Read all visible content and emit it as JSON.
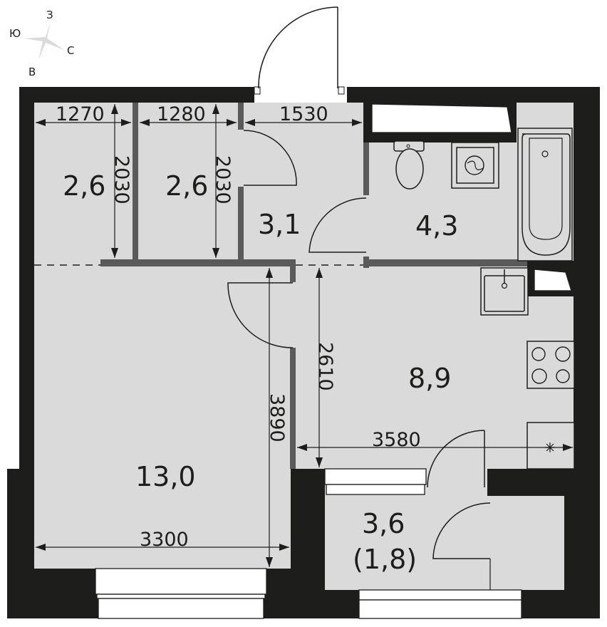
{
  "compass": {
    "north": "С",
    "south": "Ю",
    "west": "З",
    "east": "В"
  },
  "rooms": [
    {
      "id": "storage-1",
      "area": "2,6"
    },
    {
      "id": "storage-2",
      "area": "2,6"
    },
    {
      "id": "hallway",
      "area": "3,1"
    },
    {
      "id": "bathroom",
      "area": "4,3"
    },
    {
      "id": "kitchen",
      "area": "8,9"
    },
    {
      "id": "living-room",
      "area": "13,0"
    },
    {
      "id": "loggia",
      "area": "3,6",
      "reduced_area": "(1,8)"
    }
  ],
  "dimensions": {
    "storage1_width": "1270",
    "storage2_width": "1280",
    "hallway_width": "1530",
    "storage1_depth": "2030",
    "storage2_depth": "2030",
    "kitchen_depth": "2610",
    "kitchen_width": "3580",
    "living_depth": "3890",
    "living_width": "3300"
  },
  "colors": {
    "wall": "#1d1d1b",
    "partition": "#5a5a5a",
    "floor": "#dadada",
    "background": "#ffffff"
  }
}
